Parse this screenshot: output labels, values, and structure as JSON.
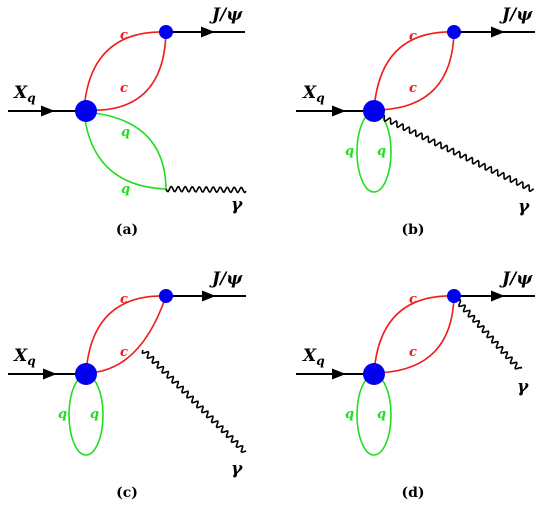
{
  "colors": {
    "charm": "#ee1c1c",
    "light_quark": "#22dd22",
    "vertex": "#0000ee",
    "line": "#000000"
  },
  "labels": {
    "initial": "X",
    "initial_sub": "q",
    "final_meson": "J/ψ",
    "photon": "γ",
    "charm_quark": "c",
    "light_quark": "q"
  },
  "panels": [
    {
      "id": "a",
      "caption": "(a)"
    },
    {
      "id": "b",
      "caption": "(b)"
    },
    {
      "id": "c",
      "caption": "(c)"
    },
    {
      "id": "d",
      "caption": "(d)"
    }
  ]
}
